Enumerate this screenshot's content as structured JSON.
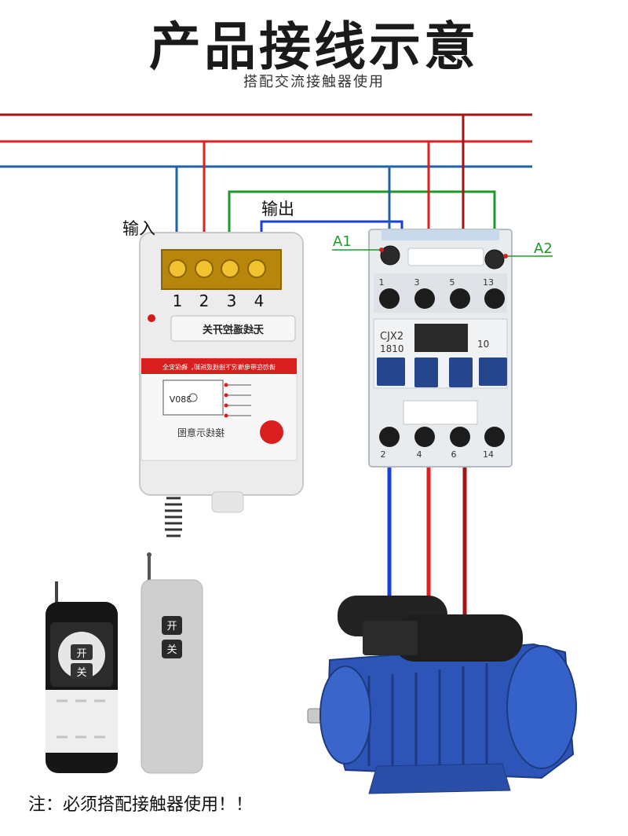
{
  "header": {
    "title": "产品接线示意",
    "subtitle": "搭配交流接触器使用"
  },
  "labels": {
    "input": "输入",
    "output": "输出",
    "a1": "A1",
    "a2": "A2"
  },
  "receiver": {
    "terminal_numbers": [
      "1",
      "2",
      "3",
      "4"
    ],
    "brand_label": "无线遥控开关",
    "warning_strip": "请勿在带电情况下接线或拆卸，确保安全",
    "diagram_caption": "接线示意图",
    "voltage": "380V"
  },
  "contactor": {
    "model": "CJX2",
    "rating": "1810",
    "top_terminals": [
      "1",
      "3",
      "5",
      "13"
    ],
    "bottom_terminals": [
      "2",
      "4",
      "6",
      "14"
    ],
    "side_number": "10"
  },
  "remotes": {
    "left": {
      "on": "开",
      "off": "关"
    },
    "right": {
      "on": "开",
      "off": "关"
    }
  },
  "footer": {
    "note": "注：必须搭配接触器使用！！"
  },
  "colors": {
    "live_dark": "#a01515",
    "live_red": "#e02020",
    "neutral_blue": "#1f62a8",
    "output_blue": "#1a3fd6",
    "control_green": "#1f9a2a",
    "motor_blue": "#2d55b8"
  }
}
